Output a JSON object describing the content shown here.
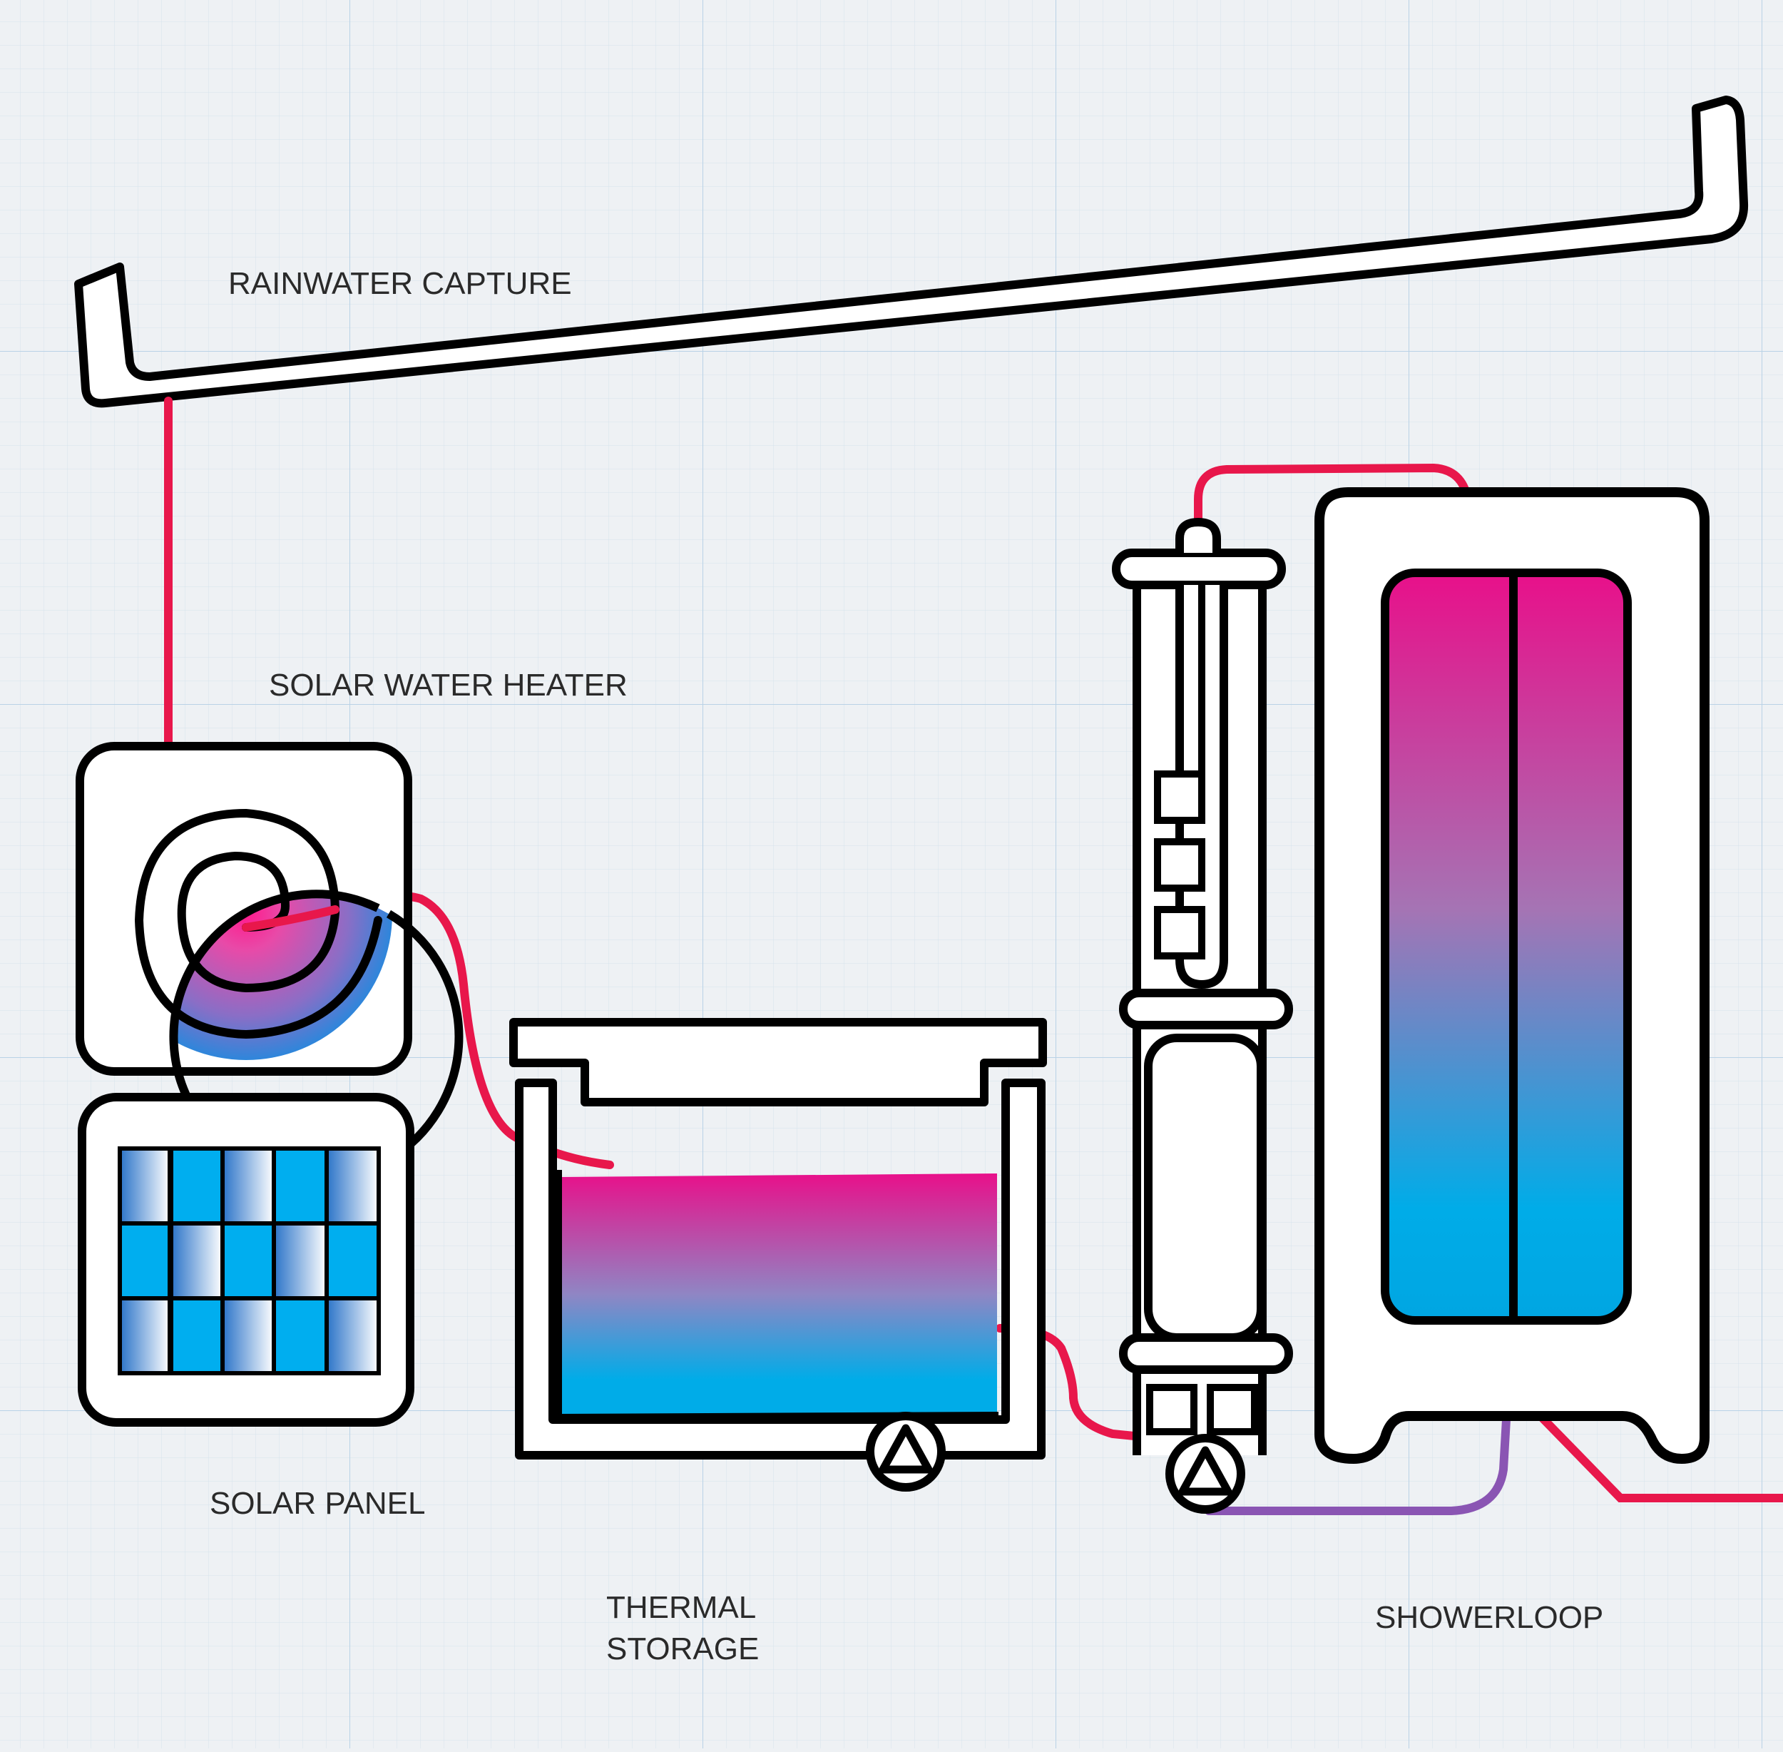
{
  "labels": {
    "rainwater_capture": "RAINWATER CAPTURE",
    "solar_water_heater": "SOLAR WATER HEATER",
    "solar_panel": "SOLAR PANEL",
    "thermal_storage_line1": "THERMAL",
    "thermal_storage_line2": "STORAGE",
    "showerloop": "SHOWERLOOP"
  },
  "colors": {
    "background": "#eef1f4",
    "grid": "#c9dcea",
    "outline": "#000000",
    "hot": "#e8106e",
    "cold": "#00ace8",
    "hot_pipe": "#e8174b",
    "return_pipe": "#8a55b3",
    "label": "#2a2a2a"
  },
  "icons": {
    "pump": "pump-icon",
    "spiral": "spiral-collector-icon"
  }
}
